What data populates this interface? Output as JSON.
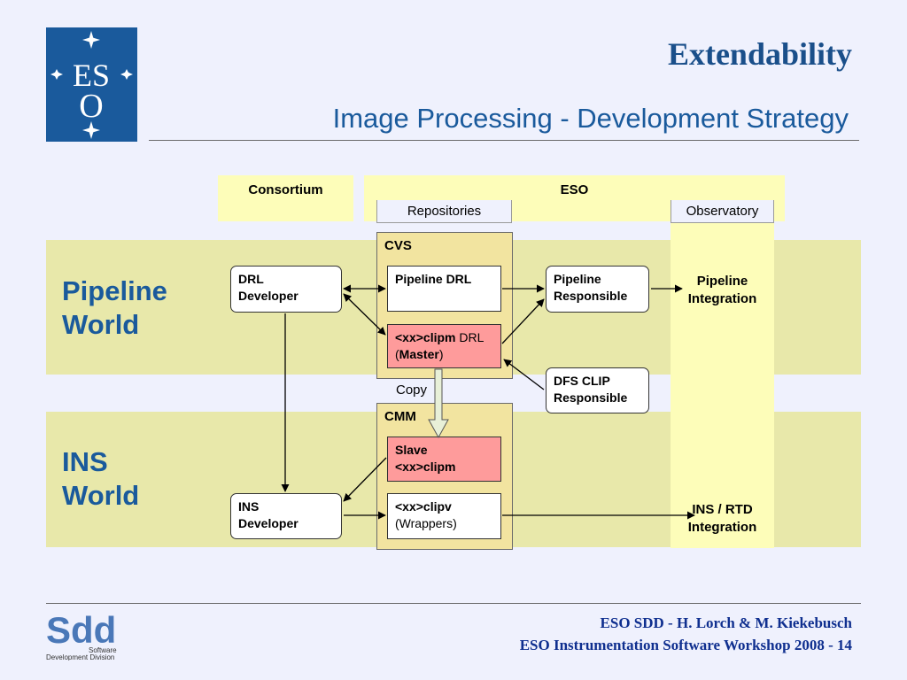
{
  "header": {
    "title": "Extendability",
    "subtitle": "Image Processing - Development Strategy"
  },
  "logo": {
    "text_top": "ES",
    "text_bottom": "O"
  },
  "columns": {
    "consortium": "Consortium",
    "eso": "ESO",
    "repositories": "Repositories",
    "observatory": "Observatory"
  },
  "worlds": {
    "pipeline_line1": "Pipeline",
    "pipeline_line2": "World",
    "ins_line1": "INS",
    "ins_line2": "World"
  },
  "repos": {
    "cvs": "CVS",
    "cmm": "CMM",
    "copy": "Copy"
  },
  "boxes": {
    "drl_developer": [
      "DRL",
      "Developer"
    ],
    "ins_developer": [
      "INS",
      "Developer"
    ],
    "pipeline_responsible": [
      "Pipeline",
      "Responsible"
    ],
    "dfs_clip_responsible": [
      "DFS CLIP",
      "Responsible"
    ],
    "pipeline_drl": "Pipeline DRL",
    "clipm_master": {
      "part1": "<xx>clipm",
      "part2": " DRL",
      "part3": "(",
      "part4": "Master",
      "part5": ")"
    },
    "slave_clipm": [
      "Slave",
      "<xx>clipm"
    ],
    "clipv": {
      "line1": "<xx>clipv",
      "line2": "(Wrappers)"
    },
    "pipeline_integration": [
      "Pipeline",
      "Integration"
    ],
    "ins_rtd_integration": [
      "INS / RTD",
      "Integration"
    ]
  },
  "footer": {
    "line1": "ESO SDD - H. Lorch & M. Kiekebusch",
    "line2": "ESO Instrumentation Software Workshop 2008 - 14",
    "sdd_logo_letters": "Sdd",
    "sdd_logo_sub1": "Software",
    "sdd_logo_sub2": "Development Division"
  },
  "colors": {
    "accent_blue": "#1a5a9c",
    "band_khaki": "#e8e8aa",
    "column_yellow": "#fdfdb9",
    "repo_container": "#f2e4a0",
    "master_pink": "#fe9b9b"
  }
}
